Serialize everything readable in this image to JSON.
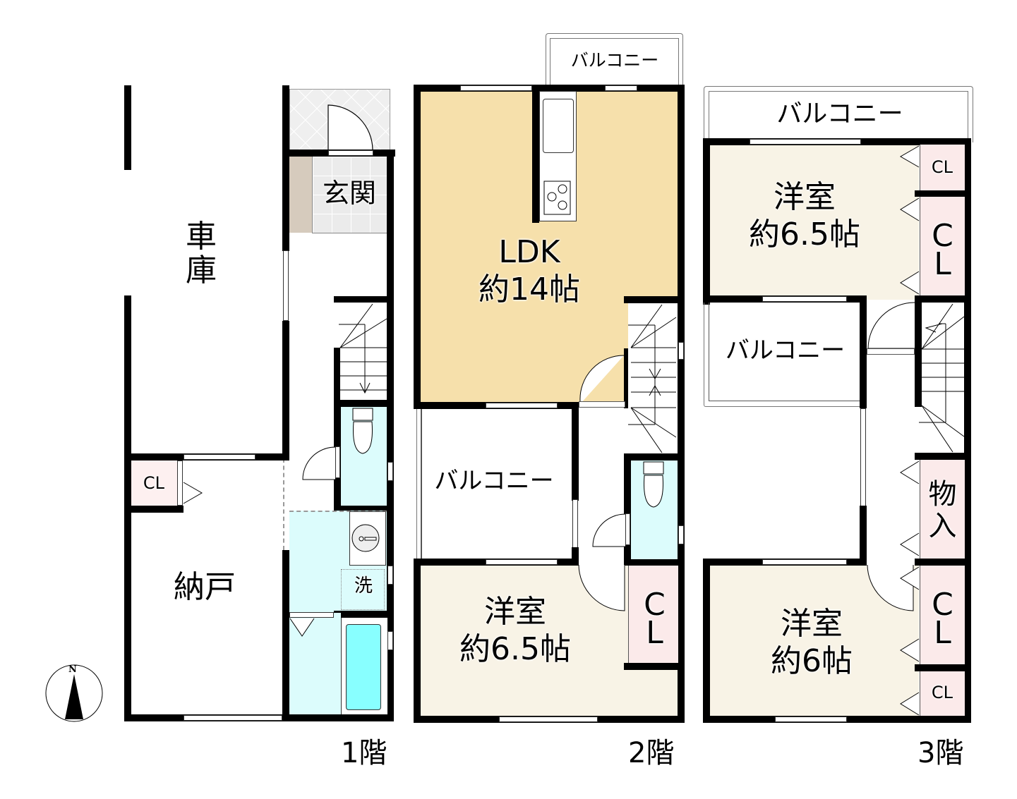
{
  "floors": [
    {
      "label": "1階",
      "rooms": {
        "garage": "車庫",
        "entrance": "玄関",
        "storage_room": "納戸",
        "closet": "CL",
        "washroom": "洗"
      }
    },
    {
      "label": "2階",
      "rooms": {
        "ldk_name": "LDK",
        "ldk_size": "約14帖",
        "balcony_top": "バルコニー",
        "balcony_mid": "バルコニー",
        "western_room_name": "洋室",
        "western_room_size": "約6.5帖",
        "closet_c": "C",
        "closet_l": "L"
      }
    },
    {
      "label": "3階",
      "rooms": {
        "balcony_top": "バルコニー",
        "balcony_mid": "バルコニー",
        "western_room1_name": "洋室",
        "western_room1_size": "約6.5帖",
        "western_room2_name": "洋室",
        "western_room2_size": "約6帖",
        "closet_small1": "CL",
        "closet_tall1_c": "C",
        "closet_tall1_l": "L",
        "storage_1": "物",
        "storage_2": "入",
        "closet_tall2_c": "C",
        "closet_tall2_l": "L",
        "closet_small2": "CL"
      }
    }
  ],
  "compass": {
    "north_label": "N"
  },
  "colors": {
    "ldk": "#f6e0ab",
    "western_room": "#f8f3e6",
    "storage_pink": "#fdf0f0",
    "closet_pink": "#fbeaea",
    "wet_area": "#dcfcfc",
    "bathtub": "#88ffff",
    "entrance_tile": "#ebebeb",
    "shoe_cabinet": "#d6cbbd"
  }
}
